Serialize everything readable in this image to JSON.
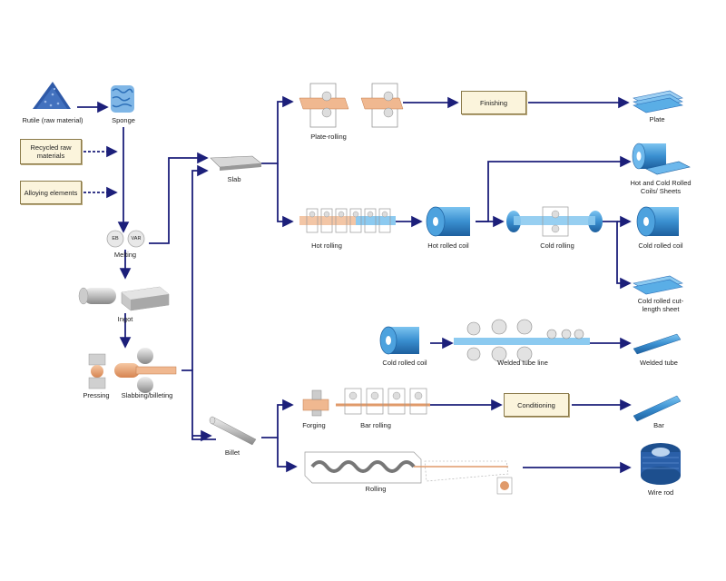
{
  "labels": {
    "rutile": "Rutile (raw material)",
    "sponge": "Sponge",
    "recycled": "Recycled raw materials",
    "alloying": "Alloying elements",
    "eb": "EB",
    "var": "VAR",
    "melting": "Melting",
    "ingot": "Ingot",
    "pressing": "Pressing",
    "slabbing": "Slabbing/billeting",
    "slab": "Slab",
    "billet": "Billet",
    "plate_rolling": "Plate-rolling",
    "finishing": "Finishing",
    "plate": "Plate",
    "hot_cold_coils": "Hot and Cold Rolled Coils/ Sheets",
    "hot_rolling": "Hot rolling",
    "hot_rolled_coil": "Hot rolled coil",
    "cold_rolling": "Cold rolling",
    "cold_rolled_coil": "Cold rolled coil",
    "cut_length": "Cold rolled cut-length sheet",
    "cold_rolled_coil_2": "Cold rolled coil",
    "welded_tube_line": "Welded tube line",
    "welded_tube": "Welded tube",
    "forging": "Forging",
    "bar_rolling": "Bar rolling",
    "conditioning": "Conditioning",
    "bar": "Bar",
    "rolling": "Rolling",
    "wire_rod": "Wire rod"
  },
  "colors": {
    "arrow": "#1c1f7a",
    "box_fill": "#fbf4dc",
    "box_border": "#8a7a4a",
    "metal_blue": "#3a8fd0",
    "metal_copper": "#e8a070"
  }
}
